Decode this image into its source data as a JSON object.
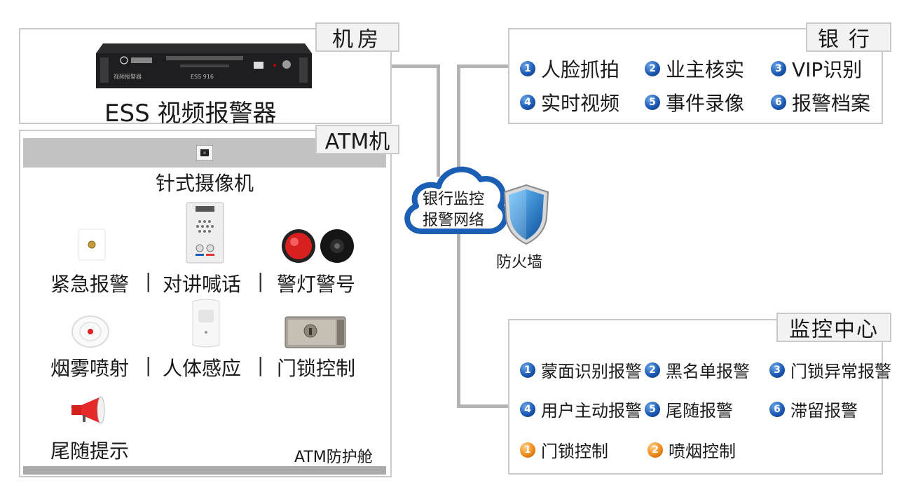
{
  "machine_room": {
    "title": "机房",
    "device_name": "ESS 视频报警器",
    "device_label": "ESS 916"
  },
  "atm": {
    "title": "ATM机",
    "camera": "针式摄像机",
    "row1": [
      "紧急报警",
      "对讲喊话",
      "警灯警号"
    ],
    "row2": [
      "烟雾喷射",
      "人体感应",
      "门锁控制"
    ],
    "row3": [
      "尾随提示"
    ],
    "separator": "|",
    "cabin": "ATM防护舱"
  },
  "cloud": {
    "line1": "银行监控",
    "line2": "报警网络",
    "firewall": "防火墙"
  },
  "bank": {
    "title": "银行",
    "items": [
      {
        "num": "1",
        "label": "人脸抓拍"
      },
      {
        "num": "2",
        "label": "业主核实"
      },
      {
        "num": "3",
        "label": "VIP识别"
      },
      {
        "num": "4",
        "label": "实时视频"
      },
      {
        "num": "5",
        "label": "事件录像"
      },
      {
        "num": "6",
        "label": "报警档案"
      }
    ]
  },
  "monitor": {
    "title": "监控中心",
    "items": [
      {
        "num": "1",
        "label": "蒙面识别报警"
      },
      {
        "num": "2",
        "label": "黑名单报警"
      },
      {
        "num": "3",
        "label": "门锁异常报警"
      },
      {
        "num": "4",
        "label": "用户主动报警"
      },
      {
        "num": "5",
        "label": "尾随报警"
      },
      {
        "num": "6",
        "label": "滞留报警"
      }
    ],
    "controls": [
      {
        "num": "1",
        "label": "门锁控制"
      },
      {
        "num": "2",
        "label": "喷烟控制"
      }
    ]
  },
  "colors": {
    "wire": "#b3b3b3",
    "panel_border": "#c9c9c9",
    "cloud": "#1b5fb5",
    "shield": "#1f7fd0",
    "badge_blue": "#1d5ab6",
    "badge_orange": "#f08a1a"
  }
}
